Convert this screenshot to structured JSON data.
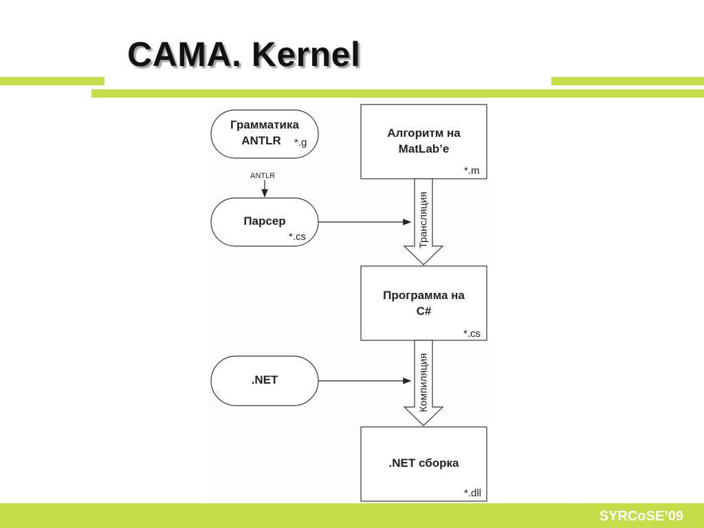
{
  "slide": {
    "title": "CAMA. Kernel",
    "footer": "SYRCoSE’09"
  },
  "diagram": {
    "grammar_line1": "Грамматика",
    "grammar_line2": "ANTLR",
    "grammar_ext": "*.g",
    "antlr_label": "ANTLR",
    "parser": "Парсер",
    "parser_ext": "*.cs",
    "net": ".NET",
    "algorithm_line1": "Алгоритм на",
    "algorithm_line2": "MatLab’e",
    "algorithm_ext": "*.m",
    "translation": "Трансляция",
    "program_line1": "Программа на",
    "program_line2": "C#",
    "program_ext": "*.cs",
    "compilation": "Компиляция",
    "assembly": ".NET сборка",
    "assembly_ext": "*.dll"
  },
  "colors": {
    "accent": "#c2df4a"
  }
}
